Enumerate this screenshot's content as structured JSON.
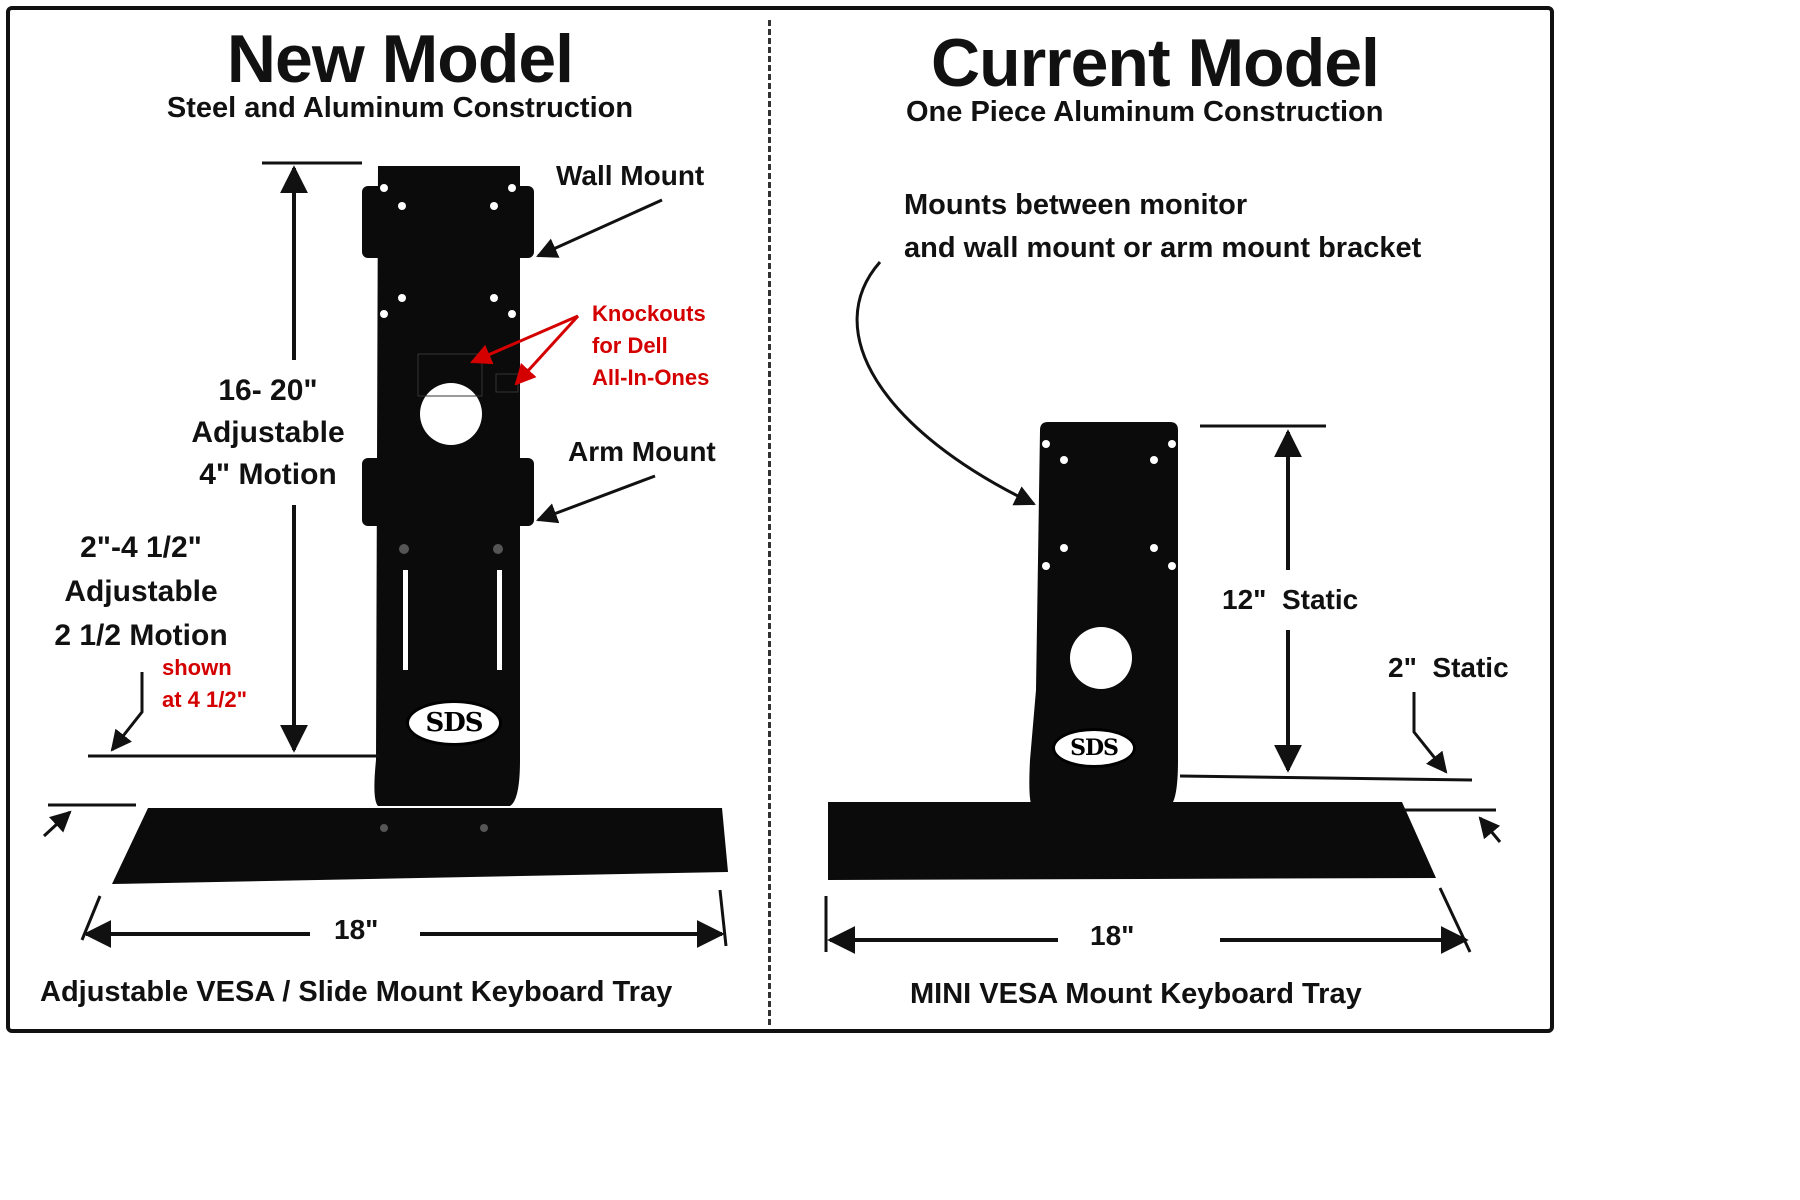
{
  "left": {
    "title": "New Model",
    "subtitle": "Steel and Aluminum Construction",
    "labels": {
      "wall_mount": "Wall Mount",
      "arm_mount": "Arm Mount",
      "knockouts": [
        "Knockouts",
        "for Dell",
        "All-In-Ones"
      ],
      "height": [
        "16- 20\"",
        "Adjustable",
        "4\" Motion"
      ],
      "slide": [
        "2\"-4 1/2\"",
        "Adjustable",
        "2 1/2 Motion"
      ],
      "shown": [
        "shown",
        "at 4 1/2\""
      ],
      "width": "18\""
    },
    "logo": "SDS",
    "caption": "Adjustable VESA / Slide Mount Keyboard Tray"
  },
  "right": {
    "title": "Current Model",
    "subtitle": "One Piece Aluminum Construction",
    "labels": {
      "mounts_between": [
        "Mounts between monitor",
        "and wall mount or arm mount bracket"
      ],
      "height": "12\"  Static",
      "offset": "2\"  Static",
      "width": "18\""
    },
    "logo": "SDS",
    "caption": "MINI VESA Mount Keyboard Tray"
  },
  "colors": {
    "ink": "#111111",
    "accent_red": "#d40000",
    "bracket": "#0b0b0b"
  }
}
